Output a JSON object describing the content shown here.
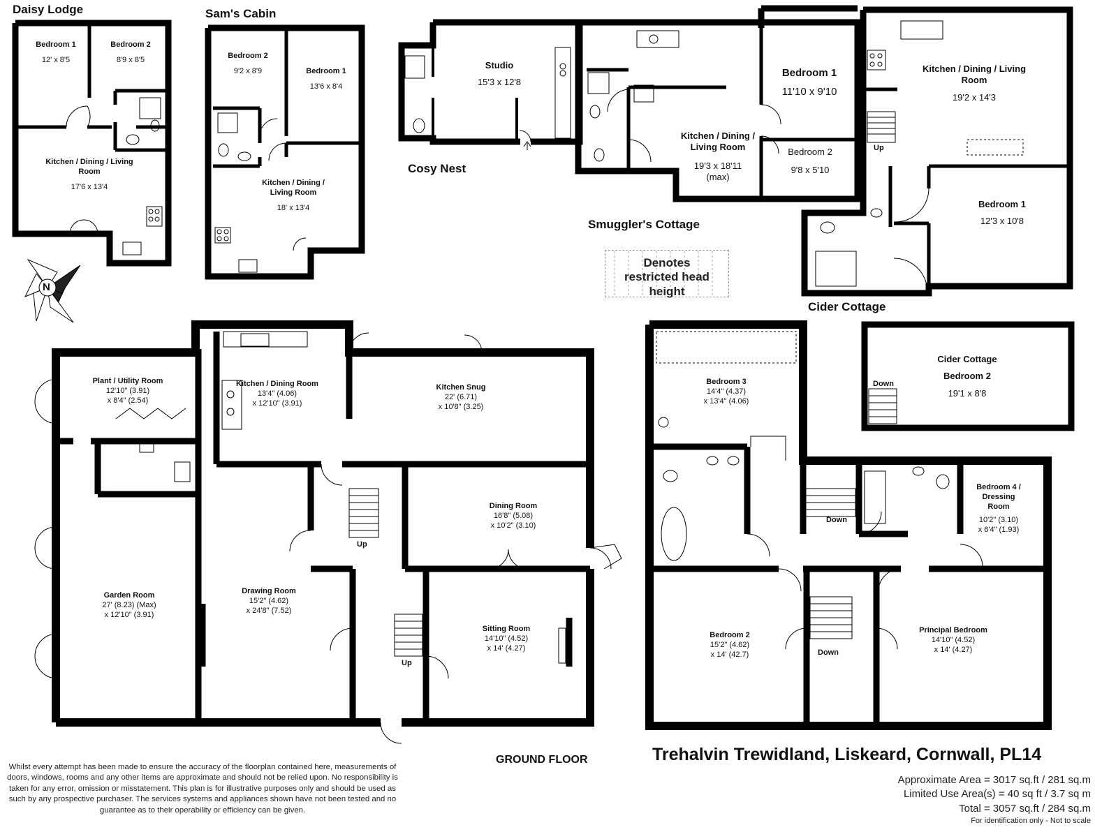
{
  "outbuildings": {
    "daisy_lodge": {
      "title": "Daisy Lodge",
      "rooms": [
        {
          "name": "Bedroom 1",
          "size": "12' x 8'5"
        },
        {
          "name": "Bedroom 2",
          "size": "8'9 x 8'5"
        },
        {
          "name": "Kitchen / Dining / Living Room",
          "size": "17'6 x 13'4"
        }
      ]
    },
    "sams_cabin": {
      "title": "Sam's Cabin",
      "rooms": [
        {
          "name": "Bedroom 2",
          "size": "9'2 x 8'9"
        },
        {
          "name": "Bedroom 1",
          "size": "13'6 x 8'4"
        },
        {
          "name": "Kitchen / Dining / Living Room",
          "size": "18' x 13'4"
        }
      ]
    },
    "cosy_nest": {
      "title": "Cosy Nest",
      "rooms": [
        {
          "name": "Studio",
          "size": "15'3 x 12'8"
        }
      ]
    },
    "smugglers_cottage": {
      "title": "Smuggler's Cottage",
      "rooms": [
        {
          "name": "Bedroom 1",
          "size": "11'10 x 9'10"
        },
        {
          "name": "Kitchen / Dining / Living Room",
          "size": "19'3 x 18'11 (max)"
        },
        {
          "name": "Bedroom 2",
          "size": "9'8 x 5'10"
        }
      ]
    },
    "cider_cottage": {
      "title": "Cider Cottage",
      "rooms": [
        {
          "name": "Kitchen / Dining / Living Room",
          "size": "19'2 x 14'3"
        },
        {
          "name": "Bedroom 1",
          "size": "12'3 x 10'8"
        }
      ],
      "up_label": "Up"
    },
    "cider_cottage_upper": {
      "title": "Cider Cottage Bedroom 2",
      "line1": "Cider Cottage",
      "line2": "Bedroom 2",
      "size": "19'1 x 8'8",
      "down_label": "Down"
    }
  },
  "restricted_note": "Denotes restricted head height",
  "compass_letter": "N",
  "ground_floor": {
    "label": "GROUND FLOOR",
    "rooms": {
      "plant_utility": {
        "name": "Plant / Utility Room",
        "size1": "12'10\" (3.91)",
        "size2": "x 8'4\" (2.54)"
      },
      "kitchen_dining": {
        "name": "Kitchen / Dining Room",
        "size1": "13'4\" (4.06)",
        "size2": "x 12'10\" (3.91)"
      },
      "kitchen_snug": {
        "name": "Kitchen Snug",
        "size1": "22' (6.71)",
        "size2": "x 10'8\" (3.25)"
      },
      "dining_room": {
        "name": "Dining Room",
        "size1": "16'8\" (5.08)",
        "size2": "x 10'2\" (3.10)"
      },
      "garden_room": {
        "name": "Garden Room",
        "size1": "27' (8.23)",
        "size1_suffix": "(Max)",
        "size2": "x 12'10\" (3.91)"
      },
      "drawing_room": {
        "name": "Drawing Room",
        "size1": "15'2\" (4.62)",
        "size2": "x 24'8\" (7.52)"
      },
      "sitting_room": {
        "name": "Sitting Room",
        "size1": "14'10\" (4.52)",
        "size2": "x 14' (4.27)"
      }
    },
    "up_label": "Up"
  },
  "first_floor": {
    "rooms": {
      "bedroom_3": {
        "name": "Bedroom 3",
        "size1": "14'4\" (4.37)",
        "size2": "x 13'4\" (4.06)"
      },
      "bedroom_4": {
        "name": "Bedroom 4 / Dressing Room",
        "line1": "Bedroom 4 /",
        "line2": "Dressing",
        "line3": "Room",
        "size1": "10'2\" (3.10)",
        "size2": "x 6'4\" (1.93)"
      },
      "bedroom_2": {
        "name": "Bedroom 2",
        "size1": "15'2\" (4.62)",
        "size2": "x 14' (42.7)"
      },
      "principal_bedroom": {
        "name": "Principal Bedroom",
        "size1": "14'10\" (4.52)",
        "size2": "x 14' (4.27)"
      }
    },
    "down_label": "Down"
  },
  "footer": {
    "disclaimer": "Whilst every attempt has been made to ensure the accuracy of the floorplan contained here, measurements of doors, windows, rooms and any other items are approximate and should not be relied upon. No responsibility is taken for any error, omission or misstatement. This plan is for illustrative purposes only and should be used as such by any prospective purchaser. The services systems and appliances shown have not been tested and no guarantee as to their operability or efficiency can be given.",
    "address": "Trehalvin Trewidland, Liskeard, Cornwall, PL14",
    "approx_area": "Approximate Area = 3017 sq.ft / 281 sq.m",
    "limited_area": "Limited Use Area(s) = 40 sq ft / 3.7 sq m",
    "total": "Total = 3057 sq.ft / 284 sq.m",
    "note": "For identification only - Not to scale"
  }
}
